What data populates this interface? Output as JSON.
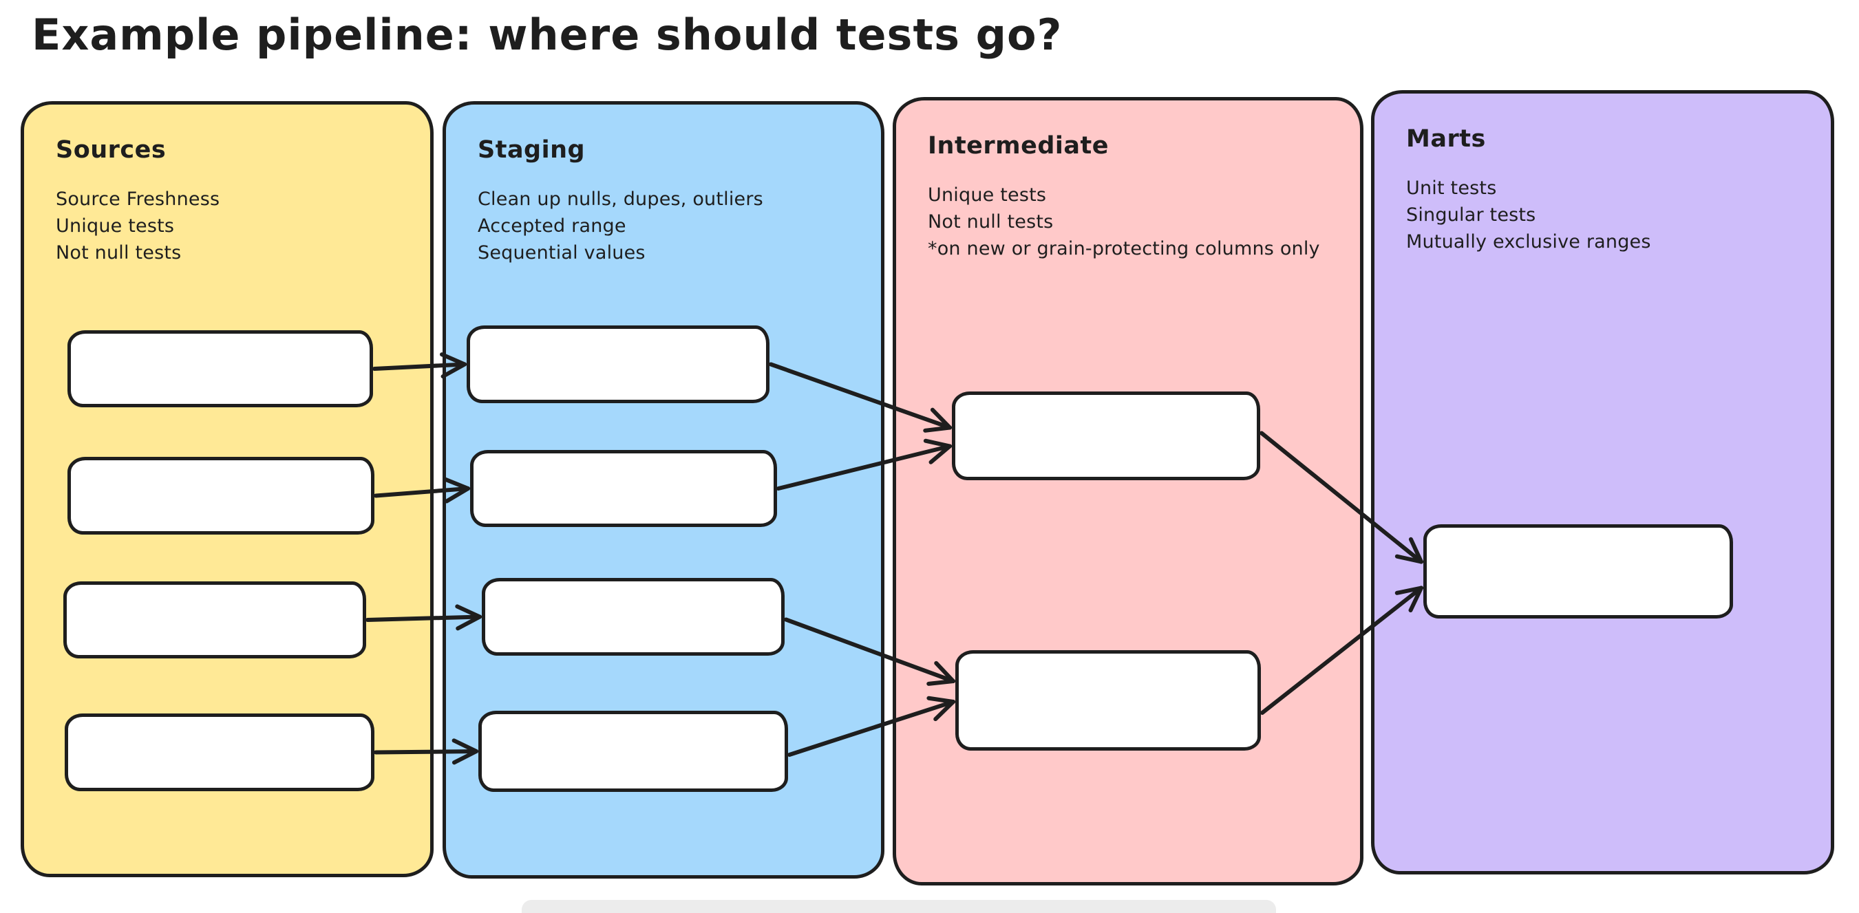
{
  "title": "Example pipeline: where should tests go?",
  "colors": {
    "background": "#ffffff",
    "stroke": "#1e1e1e",
    "sources_fill": "#FFE996",
    "staging_fill": "#A5D8FC",
    "intermediate_fill": "#FFC9C9",
    "marts_fill": "#CEBDFA",
    "node_fill": "#ffffff",
    "below_element": "#ececec"
  },
  "columns": [
    {
      "id": "sources",
      "label": "Sources",
      "notes": [
        "Source Freshness",
        "Unique tests",
        "Not null tests"
      ],
      "nodes": [
        "src-1",
        "src-2",
        "src-3",
        "src-4"
      ]
    },
    {
      "id": "staging",
      "label": "Staging",
      "notes": [
        "Clean up nulls, dupes, outliers",
        "Accepted range",
        "Sequential values"
      ],
      "nodes": [
        "stg-1",
        "stg-2",
        "stg-3",
        "stg-4"
      ]
    },
    {
      "id": "intermediate",
      "label": "Intermediate",
      "notes": [
        "Unique tests",
        "Not null tests",
        "*on new or grain-protecting columns only"
      ],
      "nodes": [
        "int-1",
        "int-2"
      ]
    },
    {
      "id": "marts",
      "label": "Marts",
      "notes": [
        "Unit tests",
        "Singular tests",
        "Mutually exclusive ranges"
      ],
      "nodes": [
        "mrt-1"
      ]
    }
  ],
  "edges": [
    {
      "from": "src-1",
      "to": "stg-1"
    },
    {
      "from": "src-2",
      "to": "stg-2"
    },
    {
      "from": "src-3",
      "to": "stg-3"
    },
    {
      "from": "src-4",
      "to": "stg-4"
    },
    {
      "from": "stg-1",
      "to": "int-1"
    },
    {
      "from": "stg-2",
      "to": "int-1"
    },
    {
      "from": "stg-3",
      "to": "int-2"
    },
    {
      "from": "stg-4",
      "to": "int-2"
    },
    {
      "from": "int-1",
      "to": "mrt-1"
    },
    {
      "from": "int-2",
      "to": "mrt-1"
    }
  ]
}
